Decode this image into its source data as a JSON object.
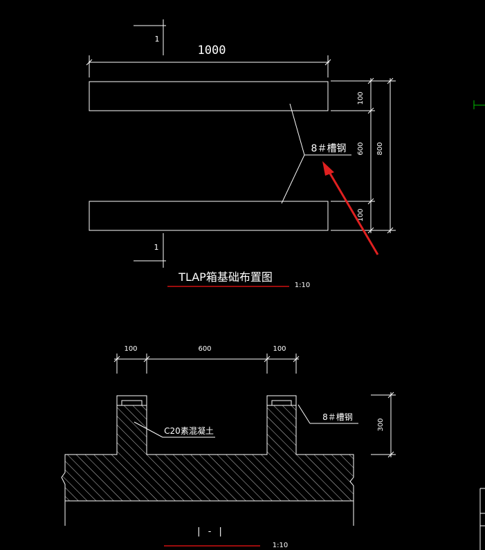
{
  "plan": {
    "section_mark": "1",
    "width_dim": "1000",
    "dim_top": "100",
    "dim_mid": "600",
    "dim_bottom": "100",
    "dim_total": "800",
    "callout_label": "8＃槽钢",
    "title": "TLAP箱基础布置图",
    "scale": "1:10"
  },
  "section": {
    "dim_left": "100",
    "dim_mid": "600",
    "dim_right": "100",
    "dim_height": "300",
    "concrete_label": "C20素混凝土",
    "channel_label": "8＃槽钢",
    "title": "|  -  |",
    "scale": "1:10"
  },
  "colors": {
    "background": "#000000",
    "lines": "#ffffff",
    "title_underline": "#d01010",
    "arrow": "#e02020",
    "ucs_marker": "#00c000"
  }
}
